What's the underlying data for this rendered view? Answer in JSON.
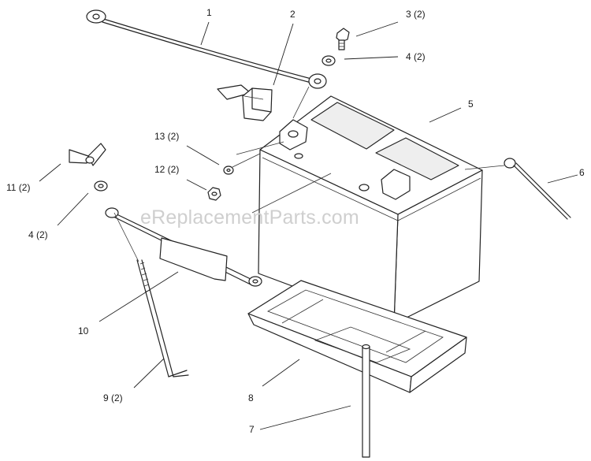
{
  "watermark": "eReplacementParts.com",
  "callouts": [
    {
      "id": "c1",
      "text": "1"
    },
    {
      "id": "c2",
      "text": "2"
    },
    {
      "id": "c3",
      "text": "3 (2)"
    },
    {
      "id": "c4a",
      "text": "4 (2)"
    },
    {
      "id": "c5",
      "text": "5"
    },
    {
      "id": "c6",
      "text": "6"
    },
    {
      "id": "c7",
      "text": "7"
    },
    {
      "id": "c8",
      "text": "8"
    },
    {
      "id": "c9",
      "text": "9 (2)"
    },
    {
      "id": "c10",
      "text": "10"
    },
    {
      "id": "c4b",
      "text": "4 (2)"
    },
    {
      "id": "c11",
      "text": "11 (2)"
    },
    {
      "id": "c12",
      "text": "12 (2)"
    },
    {
      "id": "c13",
      "text": "13 (2)"
    }
  ]
}
